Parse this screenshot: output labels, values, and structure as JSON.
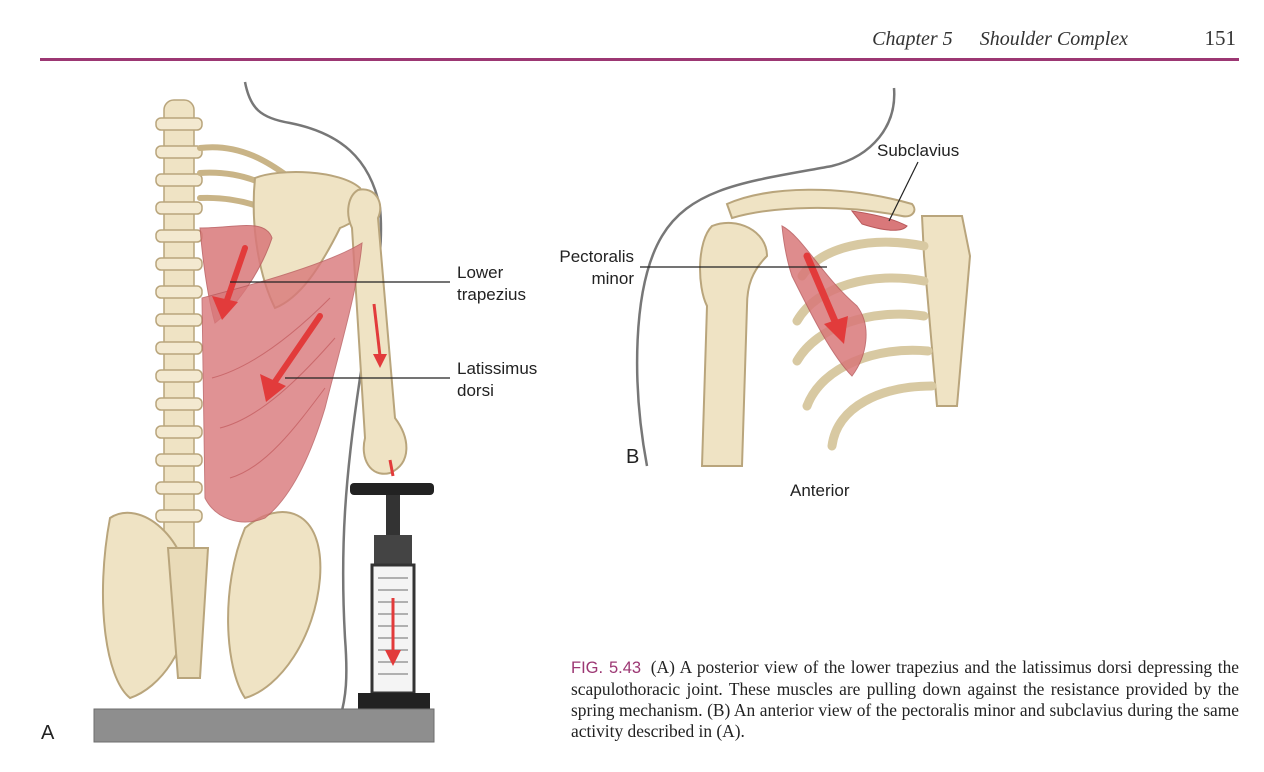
{
  "header": {
    "chapter": "Chapter 5",
    "section": "Shoulder Complex",
    "page_number": "151"
  },
  "figure": {
    "panel_a": {
      "letter": "A",
      "labels": {
        "lower_trapezius_1": "Lower",
        "lower_trapezius_2": "trapezius",
        "latissimus_dorsi_1": "Latissimus",
        "latissimus_dorsi_2": "dorsi"
      }
    },
    "panel_b": {
      "letter": "B",
      "labels": {
        "subclavius": "Subclavius",
        "pectoralis_minor_1": "Pectoralis",
        "pectoralis_minor_2": "minor",
        "anterior": "Anterior"
      }
    },
    "caption": {
      "fig_label": "FIG. 5.43",
      "text": "(A) A posterior view of the lower trapezius and the latissimus dorsi depressing the scapulothoracic joint. These muscles are pulling down against the resistance provided by the spring mechanism. (B) An anterior view of the pectoralis minor and subclavius during the same activity described in (A)."
    }
  },
  "colors": {
    "accent": "#9c3773",
    "muscle": "#d9787a",
    "bone": "#efe3c4",
    "arrow": "#e23b3b"
  }
}
